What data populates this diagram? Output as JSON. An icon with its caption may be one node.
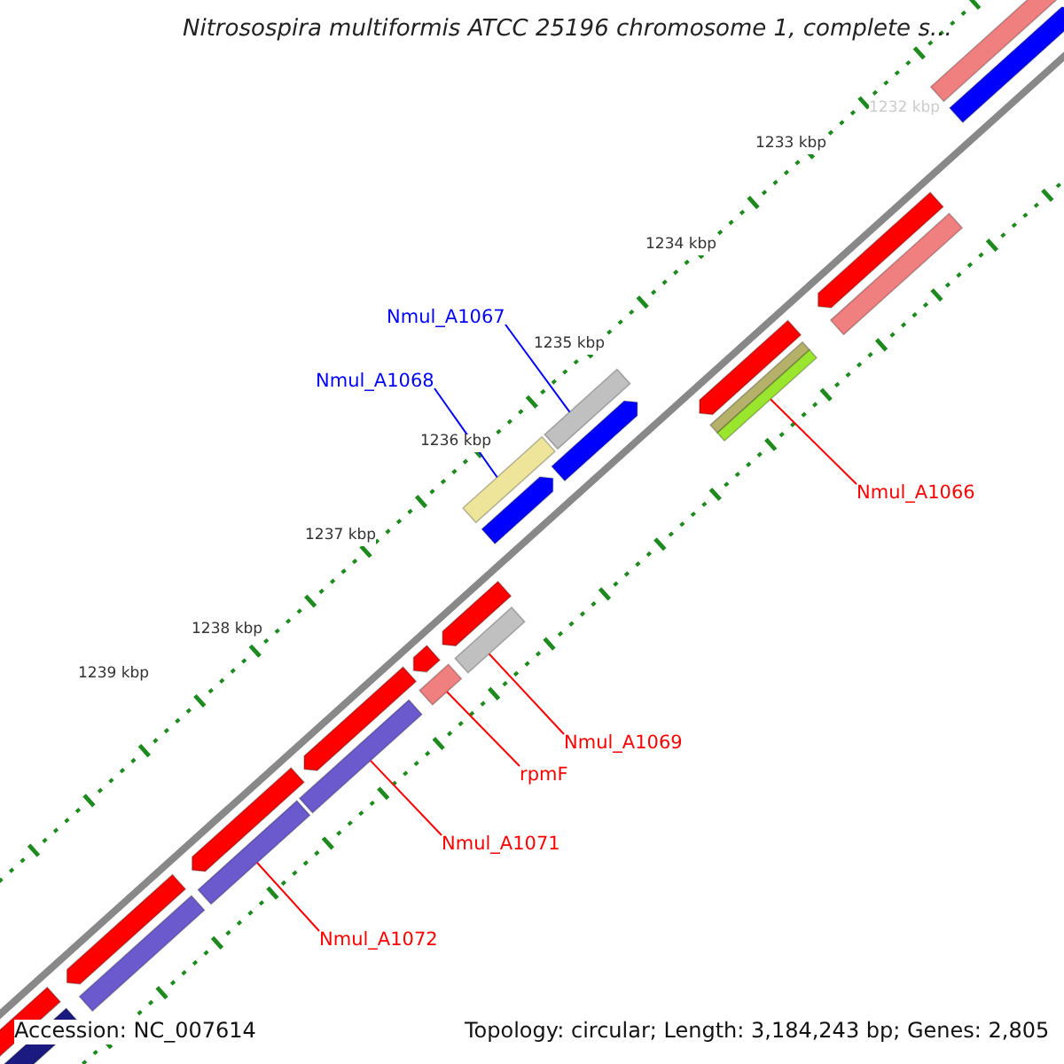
{
  "diagram": {
    "title": "Nitrosospira multiformis ATCC 25196 chromosome 1, complete s...",
    "nodes": [
      {
        "text": [
          "Nmul_A1067"
        ]
      },
      {
        "text": [],
        "shape": "bar"
      },
      {
        "text": [
          "Nmul_A1068"
        ]
      },
      {
        "text": [],
        "shape": "bar"
      },
      {
        "text": [
          "Nmul_A1066"
        ]
      },
      {
        "text": [],
        "shape": "bar"
      },
      {
        "text": [
          "Nmul_A1069"
        ]
      },
      {
        "text": [],
        "shape": "bar"
      },
      {
        "text": [
          "rpmF"
        ]
      },
      {
        "text": [],
        "shape": "bar"
      },
      {
        "text": [
          "Nmul_A1071"
        ]
      },
      {
        "text": [],
        "shape": "bar"
      },
      {
        "text": [
          "Nmul_A1072"
        ]
      },
      {
        "text": [],
        "shape": "bar"
      },
      {
        "text": [],
        "shape": "bar"
      },
      {
        "text": [],
        "shape": "bar"
      },
      {
        "text": [],
        "shape": "bar"
      },
      {
        "text": [],
        "shape": "bar"
      },
      {
        "text": [],
        "shape": "bar"
      },
      {
        "text": [],
        "shape": "bar"
      },
      {
        "text": [],
        "shape": "bar"
      },
      {
        "text": [],
        "shape": "bar"
      },
      {
        "text": [],
        "shape": "bar"
      },
      {
        "text": [],
        "shape": "bar"
      },
      {
        "text": [],
        "shape": "bar"
      },
      {
        "text": [],
        "shape": "bar"
      },
      {
        "text": [],
        "shape": "bar"
      },
      {
        "text": [],
        "shape": "bar"
      },
      {
        "text": [],
        "shape": "bar"
      },
      {
        "text": [],
        "shape": "bar"
      }
    ],
    "edges": [
      {
        "from": 0,
        "to": 1,
        "arrow": "none",
        "color": "#0000ff"
      },
      {
        "from": 2,
        "to": 3,
        "arrow": "none",
        "color": "#0000ff"
      },
      {
        "from": 4,
        "to": 5,
        "arrow": "none"
      },
      {
        "from": 6,
        "to": 7,
        "arrow": "none"
      },
      {
        "from": 8,
        "to": 9,
        "arrow": "none"
      },
      {
        "from": 10,
        "to": 11,
        "arrow": "none"
      },
      {
        "from": 12,
        "to": 13,
        "arrow": "none"
      }
    ],
    "labels": [
      "1232 kbp",
      "1233 kbp",
      "1234 kbp",
      "1235 kbp",
      "1236 kbp",
      "1237 kbp",
      "1238 kbp",
      "1239 kbp",
      "Accession: NC_007614",
      "Topology: circular; Length: 3,184,243 bp; Genes: 2,805"
    ]
  }
}
